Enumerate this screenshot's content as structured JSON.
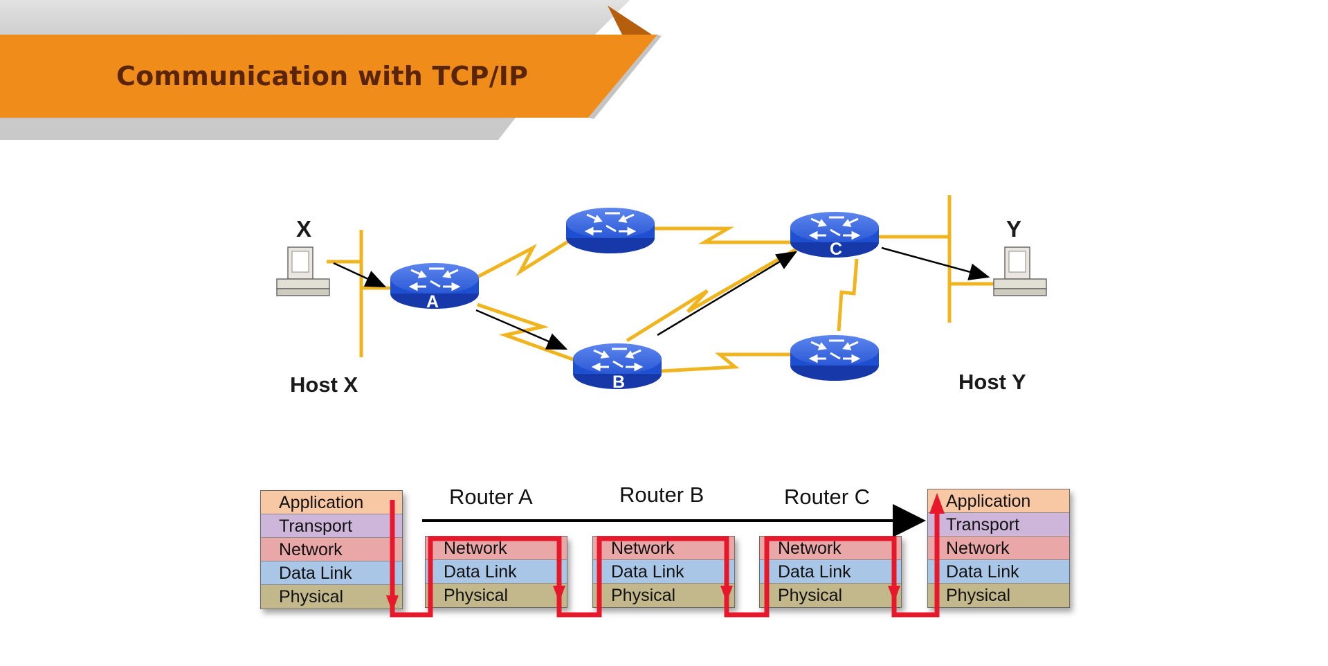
{
  "slide": {
    "title": "Communication with TCP/IP",
    "accent_color": "#f08c1a",
    "title_color": "#5a2408"
  },
  "topology": {
    "host_x": {
      "letter": "X",
      "caption": "Host X",
      "icon": "computer-icon"
    },
    "host_y": {
      "letter": "Y",
      "caption": "Host Y",
      "icon": "computer-icon"
    },
    "routers": [
      {
        "id": "A",
        "label": "A",
        "icon": "router-icon"
      },
      {
        "id": "B",
        "label": "B",
        "icon": "router-icon"
      },
      {
        "id": "C",
        "label": "C",
        "icon": "router-icon"
      },
      {
        "id": "top",
        "label": "",
        "icon": "router-icon"
      },
      {
        "id": "bottom",
        "label": "",
        "icon": "router-icon"
      }
    ],
    "link_color": "#f0b51e",
    "router_color": "#1f4fd1",
    "path": "X → A → B → C → Y"
  },
  "stacks": {
    "router_names": [
      "Router A",
      "Router B",
      "Router C"
    ],
    "host_layers": [
      "Application",
      "Transport",
      "Network",
      "Data Link",
      "Physical"
    ],
    "router_layers": [
      "Network",
      "Data Link",
      "Physical"
    ],
    "flow_color": "#e8182c"
  }
}
